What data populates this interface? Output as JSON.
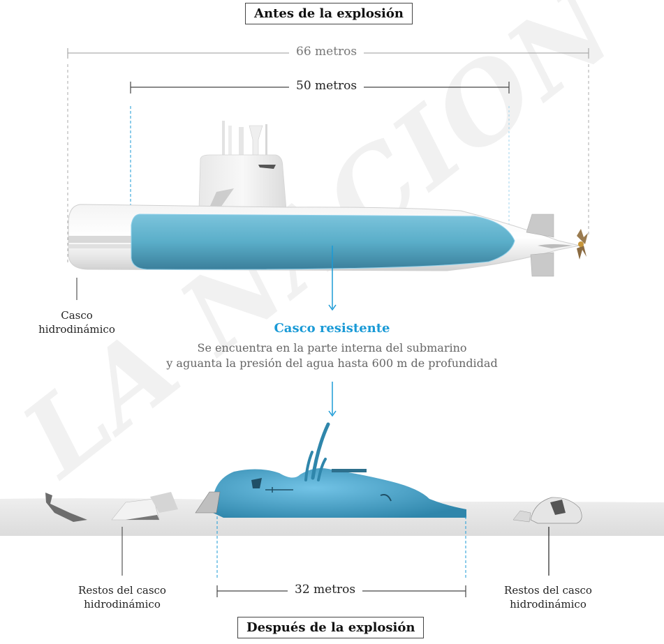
{
  "watermark": "LA NACION",
  "before": {
    "title": "Antes de la explosión",
    "total_length": {
      "label": "66 metros",
      "value": 66,
      "unit": "m"
    },
    "pressure_hull_length": {
      "label": "50 metros",
      "value": 50,
      "unit": "m"
    },
    "outer_hull_label": "Casco\nhidrodinámico",
    "outer_hull_label_lines": [
      "Casco",
      "hidrodinámico"
    ]
  },
  "pressure_hull": {
    "title": "Casco resistente",
    "description_lines": [
      "Se encuentra en la parte interna del submarino",
      "y aguanta la presión del agua hasta 600 m de profundidad"
    ]
  },
  "after": {
    "title": "Después de la explosión",
    "wreck_length": {
      "label": "32 metros",
      "value": 32,
      "unit": "m"
    },
    "left_debris_label_lines": [
      "Restos del casco",
      "hidrodinámico"
    ],
    "right_debris_label_lines": [
      "Restos del casco",
      "hidrodinámico"
    ]
  },
  "colors": {
    "accent_blue": "#1a9ad6",
    "hull_blue": "#5aaec9",
    "hull_blue_dark": "#3f8aa6",
    "gray_line": "#999999",
    "dark_line": "#333333",
    "seabed": "#e3e3e3"
  }
}
